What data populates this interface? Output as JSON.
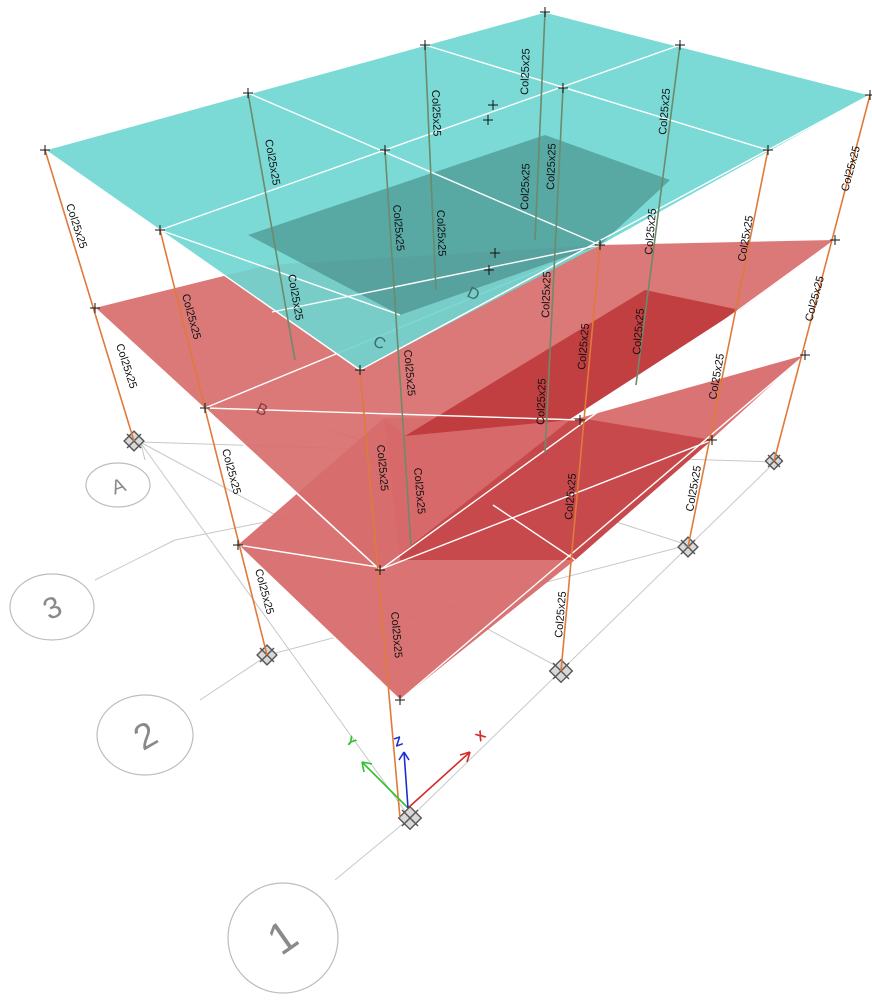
{
  "view": {
    "title": ""
  },
  "colors": {
    "roof_slab": "#6dd6d2",
    "floor_slab": "#d86d6d",
    "floor_slab_dark": "#b8262a",
    "column": "#e07a3a",
    "beam": "#ffffff",
    "axis_x": "#d42a2a",
    "axis_y": "#2fbf2f",
    "axis_z": "#1a2fd0",
    "grid": "#c8c8c8"
  },
  "grid_bubbles": {
    "g1": "1",
    "g2": "2",
    "g3": "3",
    "gA": "A"
  },
  "slab_tags": {
    "b": "B",
    "c": "C",
    "d": "D"
  },
  "axes": {
    "x": "X",
    "y": "Y",
    "z": "Z"
  },
  "column_section": "Col25x25",
  "column_labels": {
    "c01": "Col25x25",
    "c02": "Col25x25",
    "c03": "Col25x25",
    "c04": "Col25x25",
    "c05": "Col25x25",
    "c06": "Col25x25",
    "c07": "Col25x25",
    "c08": "Col25x25",
    "c09": "Col25x25",
    "c10": "Col25x25",
    "c11": "Col25x25",
    "c12": "Col25x25",
    "c13": "Col25x25",
    "c14": "Col25x25",
    "c15": "Col25x25",
    "c16": "Col25x25",
    "c17": "Col25x25",
    "c18": "Col25x25",
    "c19": "Col25x25",
    "c20": "Col25x25",
    "c21": "Col25x25",
    "c22": "Col25x25",
    "c23": "Col25x25",
    "c24": "Col25x25",
    "c25": "Col25x25",
    "c26": "Col25x25",
    "c27": "Col25x25",
    "c28": "Col25x25",
    "c29": "Col25x25",
    "c30": "Col25x25"
  }
}
